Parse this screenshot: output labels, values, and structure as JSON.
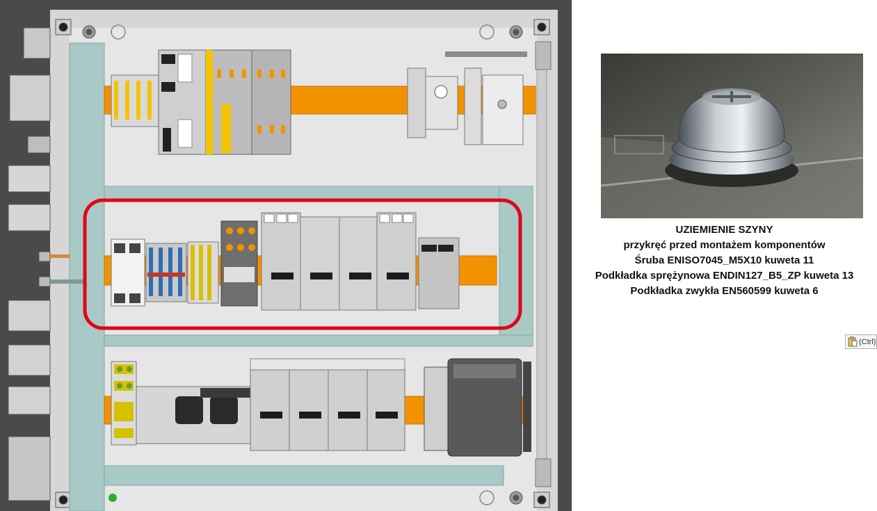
{
  "caption": {
    "line1": "UZIEMIENIE SZYNY",
    "line2": "przykręć przed montażem komponentów",
    "line3": "Śruba ENISO7045_M5X10 kuweta 11",
    "line4": "Podkładka sprężynowa ENDIN127_B5_ZP kuweta 13",
    "line5": "Podkładka zwykła EN560599 kuweta 6"
  },
  "paste_options": {
    "label": "(Ctrl)",
    "icon": "clipboard-icon"
  },
  "colors": {
    "cabinet_frame": "#4a4a48",
    "panel": "#e2e2e2",
    "cable_duct": "#a9c9c6",
    "din_rail": "#f39200",
    "highlight": "#e30613"
  }
}
